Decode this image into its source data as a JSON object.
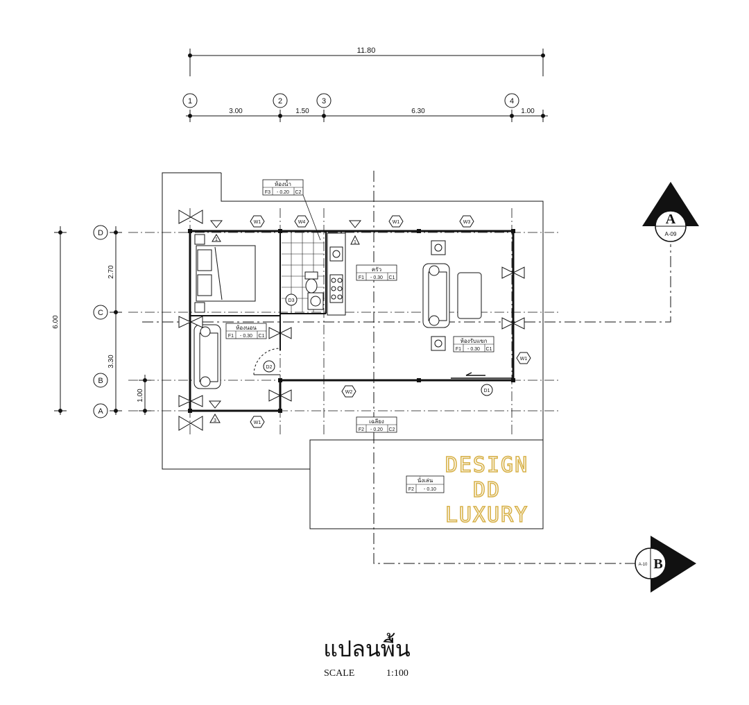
{
  "dimensions": {
    "overall": "11.80",
    "bays": [
      "3.00",
      "1.50",
      "6.30",
      "1.00"
    ],
    "vertical_total": "6.00",
    "vertical_segments": [
      "2.70",
      "3.30",
      "1.00"
    ]
  },
  "grid_labels": {
    "columns": [
      "1",
      "2",
      "3",
      "4"
    ],
    "rows": [
      "D",
      "C",
      "B",
      "A"
    ]
  },
  "rooms": {
    "bathroom": {
      "name": "ห้องน้ำ",
      "code": "F3",
      "level": "- 0.20",
      "ceiling": "C2"
    },
    "kitchen": {
      "name": "ครัว",
      "code": "F1",
      "level": "- 0.30",
      "ceiling": "C1"
    },
    "bedroom": {
      "name": "ห้องนอน",
      "code": "F1",
      "level": "- 0.30",
      "ceiling": "C1"
    },
    "living": {
      "name": "ห้องรับแขก",
      "code": "F1",
      "level": "- 0.30",
      "ceiling": "C1"
    },
    "porch": {
      "name": "เฉลียง",
      "code": "F2",
      "level": "- 0.20",
      "ceiling": "C2"
    },
    "terrace": {
      "name": "นั่งเล่น",
      "code": "F2",
      "level": "- 0.10"
    }
  },
  "tags": {
    "w1": "W1",
    "w2": "W2",
    "w3": "W3",
    "w4": "W4",
    "d1": "D1",
    "d2": "D2",
    "d3": "D3",
    "e1": "1",
    "e3": "3"
  },
  "section_markers": {
    "a_letter": "A",
    "a_ref": "A-09",
    "b_letter": "B",
    "b_ref": "A-10"
  },
  "watermark": [
    "DESIGN",
    "DD",
    "LUXURY"
  ],
  "title": "แปลนพื้น",
  "scale_label": "SCALE",
  "scale_value": "1:100",
  "colors": {
    "line": "#111111",
    "watermark": "#d8b24a"
  }
}
